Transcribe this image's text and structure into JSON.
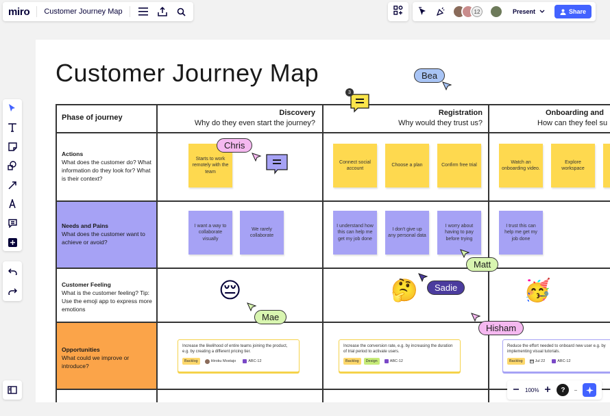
{
  "app": {
    "logo": "miro",
    "board_name": "Customer Journey Map"
  },
  "toolbar_right": {
    "collaborator_count": "12",
    "present_label": "Present",
    "share_label": "Share"
  },
  "board": {
    "title": "Customer Journey Map",
    "phase_header": "Phase of journey",
    "columns": [
      {
        "title": "Discovery",
        "subtitle": "Why do they even start the journey?"
      },
      {
        "title": "Registration",
        "subtitle": "Why would they trust us?"
      },
      {
        "title": "Onboarding and",
        "subtitle": "How can they feel su"
      }
    ],
    "rows": [
      {
        "title": "Actions",
        "desc": "What does the customer do? What information do they look for? What is their context?"
      },
      {
        "title": "Needs and Pains",
        "desc": "What does the customer want to achieve or avoid?"
      },
      {
        "title": "Customer Feeling",
        "desc": "What is the customer feeling? Tip: Use the emoji app to express more emotions"
      },
      {
        "title": "Opportunities",
        "desc": "What could we improve or introduce?"
      }
    ],
    "stickies": {
      "actions_discovery": "Starts to work remotely with the team",
      "actions_reg_1": "Connect social account",
      "actions_reg_2": "Choose a plan",
      "actions_reg_3": "Confirm free trial",
      "actions_onb_1": "Watch an onboarding video.",
      "actions_onb_2": "Explore workspace",
      "needs_disc_1": "I want a way to collaborate visually",
      "needs_disc_2": "We rarely collaborate",
      "needs_reg_1": "I understand how this can help me get my job done",
      "needs_reg_2": "I don't give up any personal data",
      "needs_reg_3": "I worry about having to pay before trying",
      "needs_onb_1": "I trust this can help me get my job done"
    },
    "cards": [
      {
        "text": "Increase the likelihood of entire teams joining the product, e.g. by creating a different pricing tier.",
        "tag1": "Backlog",
        "person": "Hiroku Mostajo",
        "ticket": "ABC-12"
      },
      {
        "text": "Increase the conversion rate, e.g. by increasing the duration of trial period to activate users.",
        "tag1": "Backlog",
        "tag2": "Design",
        "ticket": "ABC-12"
      },
      {
        "text": "Reduce the effort needed to onboard new user e.g. by implementing visual tutorials.",
        "tag1": "Backlog",
        "date": "Jul 22",
        "ticket": "ABC-12"
      }
    ],
    "comment_count": "3"
  },
  "cursors": [
    {
      "name": "Bea",
      "color": "#a8c4f5"
    },
    {
      "name": "Chris",
      "color": "#f5b8f0"
    },
    {
      "name": "Matt",
      "color": "#d8f5b0"
    },
    {
      "name": "Sadie",
      "color": "#4b3c9e"
    },
    {
      "name": "Mae",
      "color": "#d8f5b0"
    },
    {
      "name": "Hisham",
      "color": "#f5b8f0"
    }
  ],
  "zoom": {
    "level": "100%",
    "help": "?"
  }
}
